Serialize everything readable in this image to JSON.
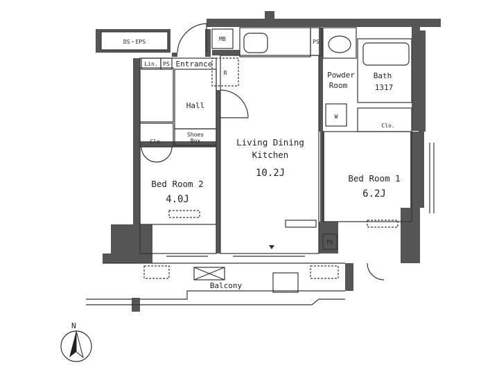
{
  "rooms": {
    "ds_eps": "DS・EPS",
    "lin": "Lin.",
    "ps_top_left": "PS",
    "entrance": "Entrance",
    "r": "R",
    "mb": "MB",
    "ps_top_right": "PS",
    "hall": "Hall",
    "shoes_box_line1": "Shoes",
    "shoes_box_line2": "Box",
    "clo_left": "Clo.",
    "living_line1": "Living Dining",
    "living_line2": "Kitchen",
    "living_size": "10.2J",
    "powder_line1": "Powder",
    "powder_line2": "Room",
    "bath": "Bath",
    "bath_size": "1317",
    "w": "W",
    "clo_right": "Clo.",
    "bed2_name": "Bed Room 2",
    "bed2_size": "4.0J",
    "bed1_name": "Bed Room 1",
    "bed1_size": "6.2J",
    "ps_bottom": "PS",
    "balcony": "Balcony"
  },
  "compass": {
    "north": "N"
  },
  "colors": {
    "wall": "#555555",
    "line": "#333333",
    "background": "#ffffff"
  }
}
